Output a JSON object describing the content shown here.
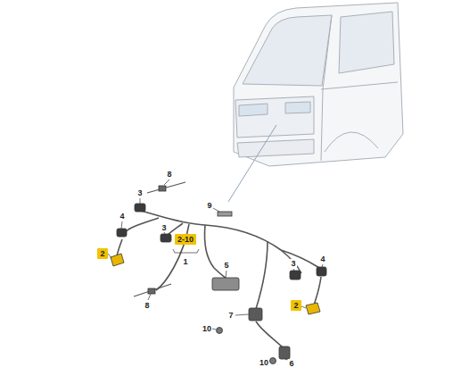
{
  "diagram": {
    "nodes": [
      {
        "text": [
          "2-10"
        ]
      },
      {
        "text": [
          "2"
        ]
      },
      {
        "text": [
          "2"
        ]
      }
    ],
    "labels": [
      "8",
      "3",
      "9",
      "4",
      "3",
      "1",
      "5",
      "3",
      "4",
      "8",
      "7",
      "10",
      "6",
      "10"
    ]
  }
}
